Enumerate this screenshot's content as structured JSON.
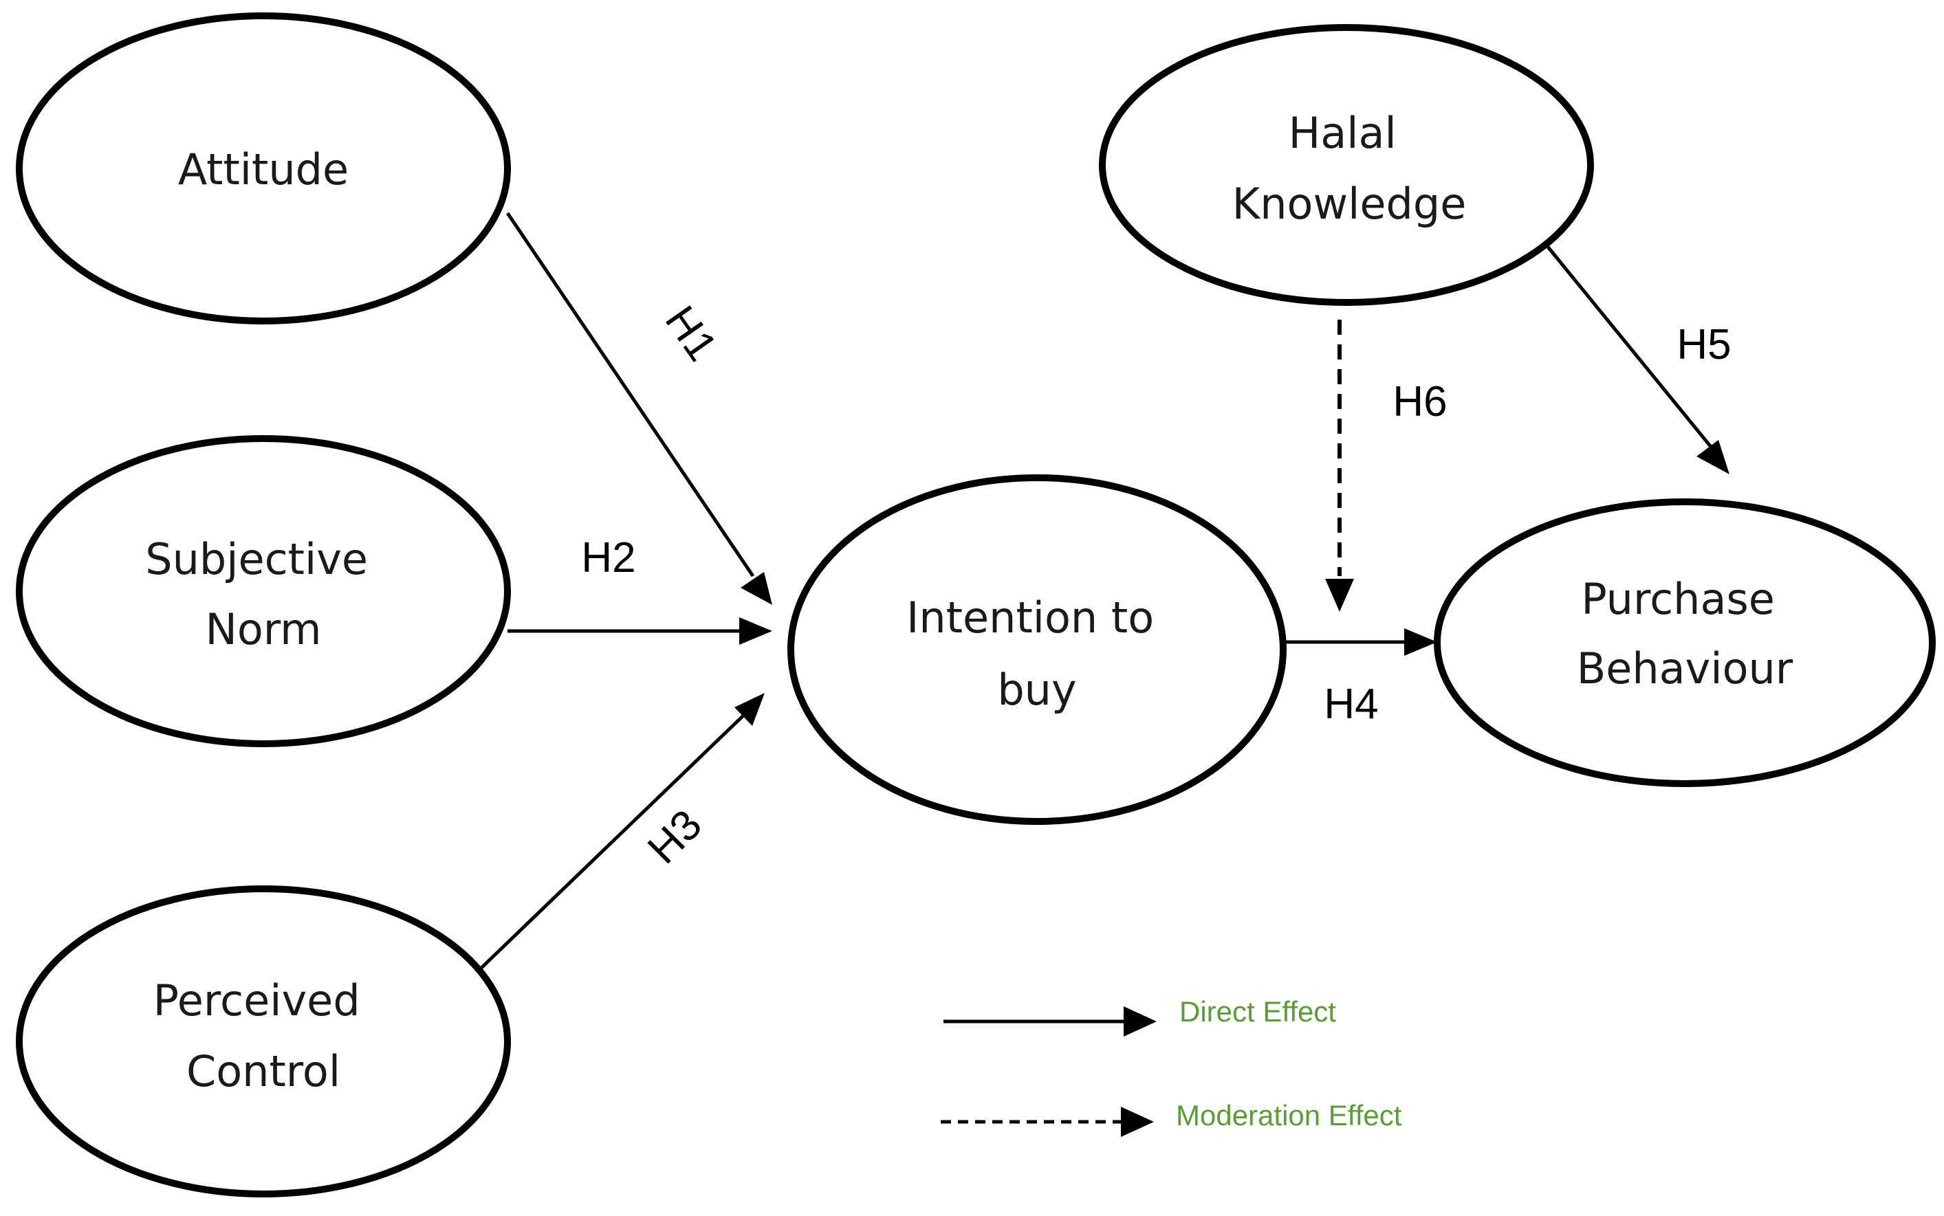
{
  "nodes": {
    "attitude": {
      "lines": [
        "Attitude"
      ]
    },
    "subjective_norm": {
      "lines": [
        "Subjective",
        "Norm"
      ]
    },
    "perceived_control": {
      "lines": [
        "Perceived",
        "Control"
      ]
    },
    "intention": {
      "lines": [
        "Intention to",
        "buy"
      ]
    },
    "halal_knowledge": {
      "lines": [
        "Halal",
        "Knowledge"
      ]
    },
    "purchase_behaviour": {
      "lines": [
        "Purchase",
        "Behaviour"
      ]
    }
  },
  "hypotheses": {
    "h1": "H1",
    "h2": "H2",
    "h3": "H3",
    "h4": "H4",
    "h5": "H5",
    "h6": "H6"
  },
  "legend": {
    "direct": "Direct Effect",
    "moderation": "Moderation Effect"
  },
  "colors": {
    "stroke": "#000000",
    "legend_text": "#5b9b3a"
  }
}
